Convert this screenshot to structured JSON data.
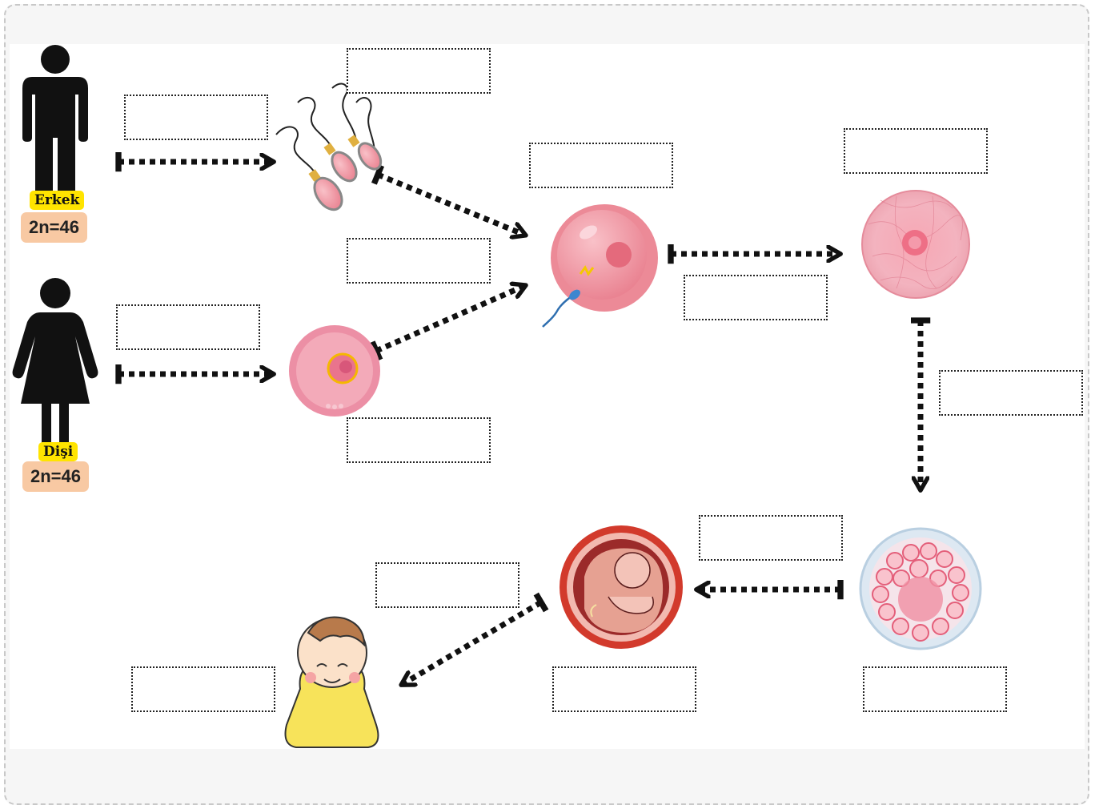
{
  "male": {
    "label": "Erkek",
    "chromosomes": "2n=46",
    "icon": "male-figure-icon"
  },
  "female": {
    "label": "Dişi",
    "chromosomes": "2n=46",
    "icon": "female-figure-icon"
  },
  "stages": [
    "sperm-cells-icon",
    "egg-cell-icon",
    "fertilization-icon",
    "zygote-icon",
    "morula-icon",
    "fetus-icon",
    "baby-icon"
  ],
  "colors": {
    "arrow": "#111111",
    "cell_pink": "#ec8fa0",
    "badge_yellow": "#ffe400",
    "badge_peach": "#f8c9a3"
  }
}
